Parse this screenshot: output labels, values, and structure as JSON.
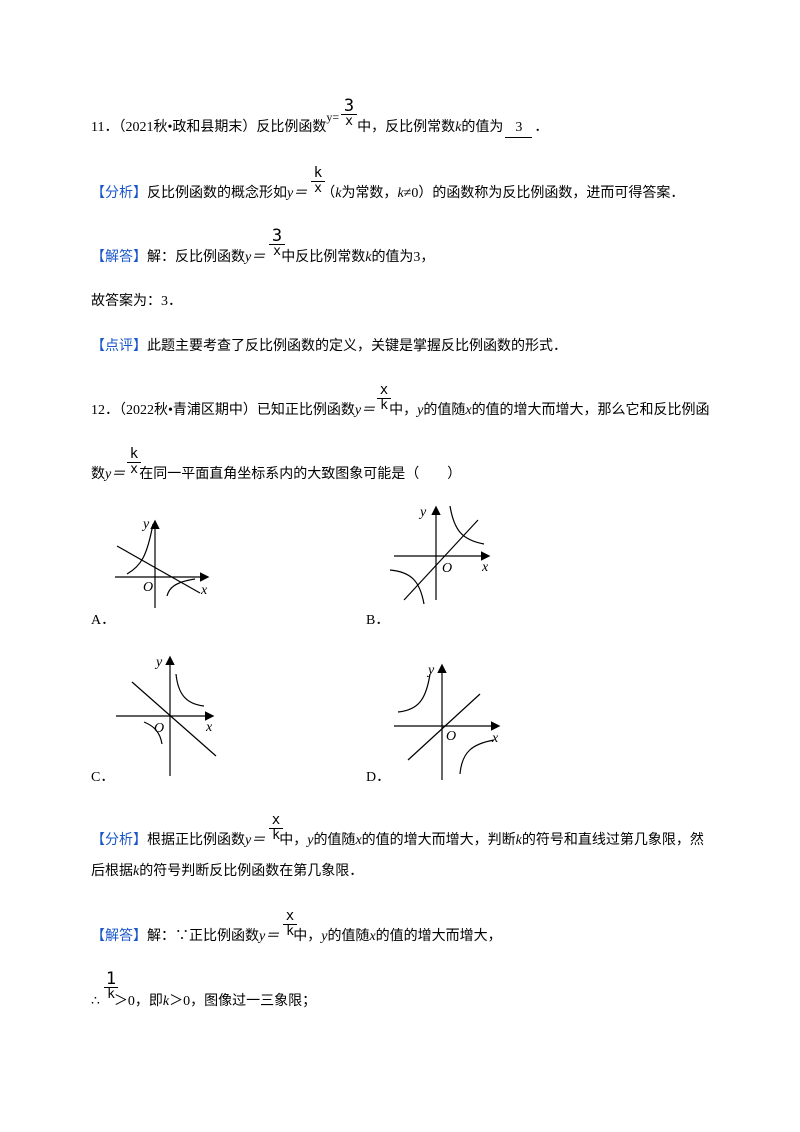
{
  "q11": {
    "number": "11．",
    "source": "（2021秋•政和县期末）反比例函数",
    "y_eq": "y=",
    "frac_num": "3",
    "frac_den": "x",
    "tail": "中，反比例常数",
    "k": "k",
    "tail2": "的值为",
    "answer": "3",
    "end": "．"
  },
  "q11_analysis": {
    "tag": "【分析】",
    "t1": "反比例函数的概念形如",
    "y_eq": "y＝",
    "frac_num": "k",
    "frac_den": "x",
    "t2": "（",
    "k1": "k",
    "t3": "为常数，",
    "k2": "k",
    "t4": "≠0）的函数称为反比例函数，进而可得答案．"
  },
  "q11_solution": {
    "tag": "【解答】",
    "t1": "解：反比例函数",
    "y_eq": "y＝",
    "frac_num": "3",
    "frac_den": "x",
    "t2": "中反比例常数",
    "k": "k",
    "t3": "的值为3，",
    "line2": "故答案为：3．"
  },
  "q11_comment": {
    "tag": "【点评】",
    "text": "此题主要考查了反比例函数的定义，关键是掌握反比例函数的形式．"
  },
  "q12": {
    "number": "12．",
    "t1": "（2022秋•青浦区期中）已知正比例函数",
    "y_eq": "y＝",
    "frac_num": "x",
    "frac_den": "k",
    "t2": "中，",
    "y": "y",
    "t3": "的值随",
    "x": "x",
    "t4": "的值的增大而增大，那么它和反比例函",
    "l2_t1": "数",
    "l2_y_eq": "y＝",
    "l2_frac_num": "k",
    "l2_frac_den": "x",
    "l2_t2": "在同一平面直角坐标系内的大致图象可能是（　　）"
  },
  "options": {
    "A": "A．",
    "B": "B．",
    "C": "C．",
    "D": "D．",
    "axis_x": "x",
    "axis_y": "y",
    "origin": "O"
  },
  "q12_analysis": {
    "tag": "【分析】",
    "t1": "根据正比例函数",
    "y_eq": "y＝",
    "frac_num": "x",
    "frac_den": "k",
    "t2": "中，",
    "y": "y",
    "t3": "的值随",
    "x": "x",
    "t4": "的值的增大而增大，判断",
    "k": "k",
    "t5": "的符号和直线过第几象限，然",
    "l2_t1": "后根据",
    "l2_k": "k",
    "l2_t2": "的符号判断反比例函数在第几象限．"
  },
  "q12_solution": {
    "tag": "【解答】",
    "t1": "解：∵正比例函数",
    "y_eq": "y＝",
    "frac_num": "x",
    "frac_den": "k",
    "t2": "中，",
    "y": "y",
    "t3": "的值随",
    "x": "x",
    "t4": "的值的增大而增大，",
    "l2_therefore": "∴",
    "l2_frac_num": "1",
    "l2_frac_den": "k",
    "l2_t1": "＞0，即",
    "l2_k": "k",
    "l2_t2": "＞0，图像过一三象限；"
  }
}
